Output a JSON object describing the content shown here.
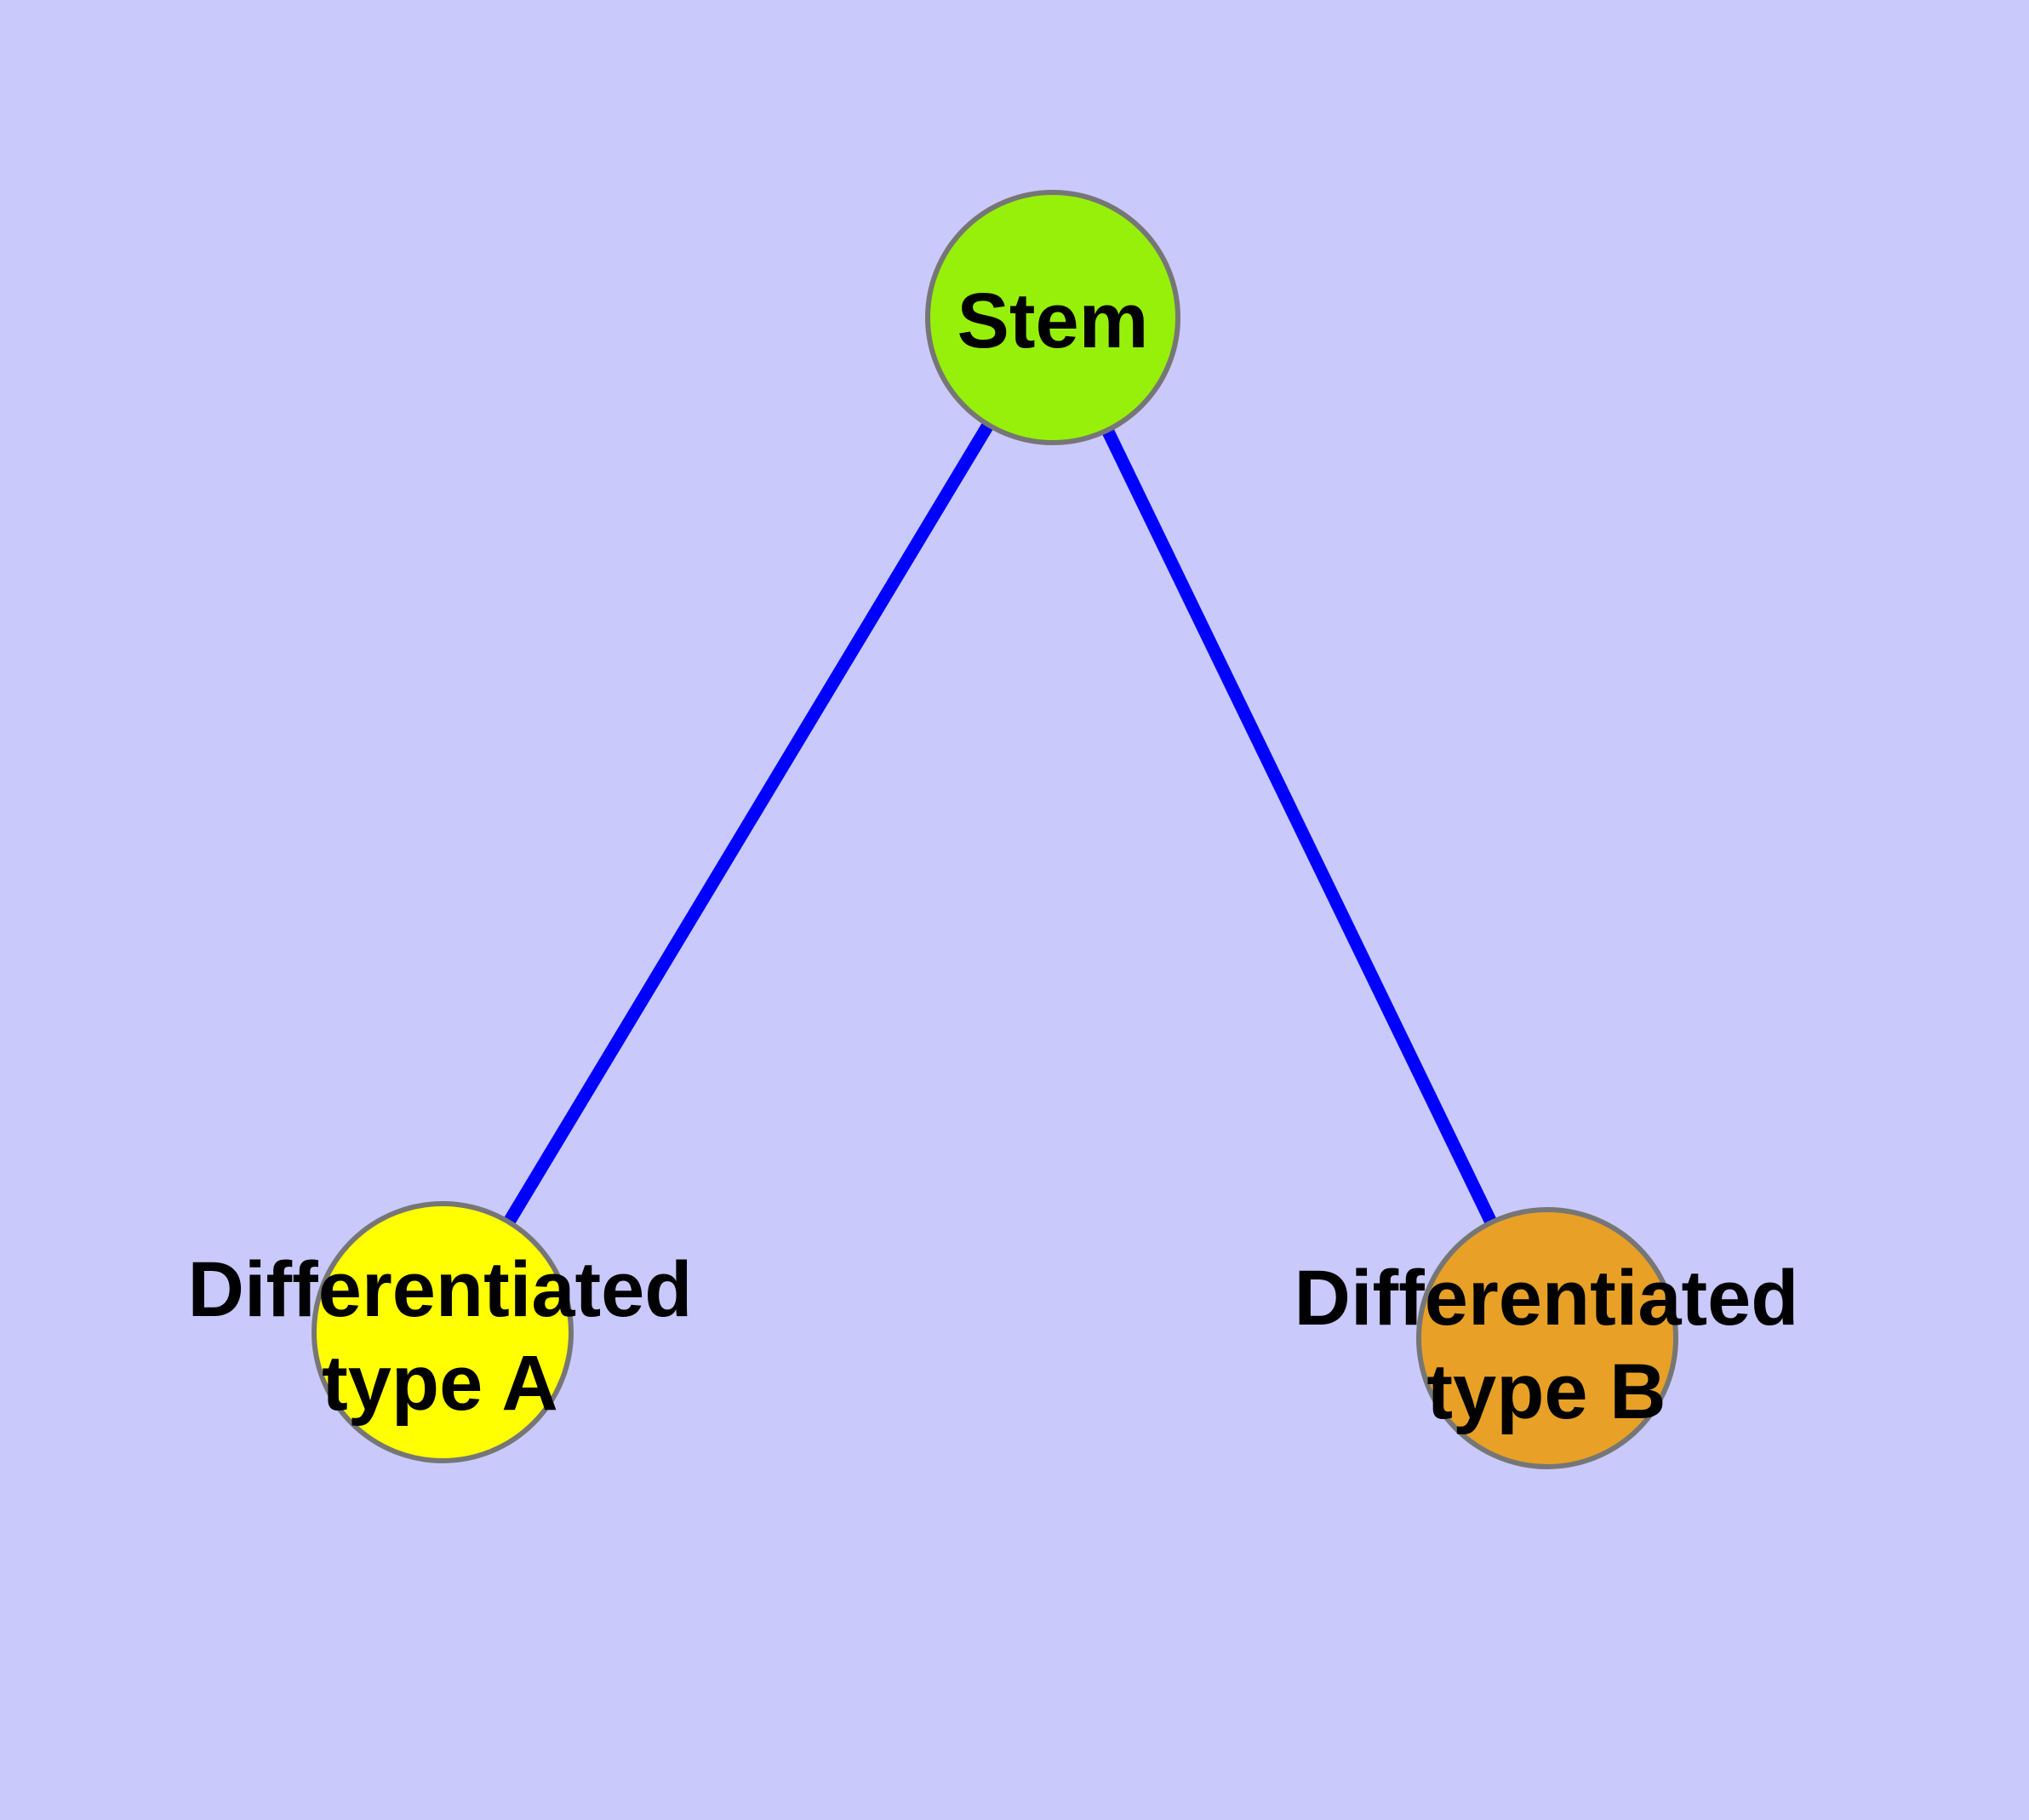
{
  "background_color": "#C9C9FB",
  "diagram": {
    "type": "node-link-graph",
    "description": "Stem cell differentiation diagram: one stem node branching to two differentiated cell type nodes",
    "edge_color": "#0000FF",
    "node_border_color": "#767676",
    "label_color": "#000000",
    "nodes": {
      "stem": {
        "label": "Stem",
        "fill": "#97F00A"
      },
      "type_a": {
        "label_line1": "Differentiated",
        "label_line2": "type A",
        "fill": "#FFFF00"
      },
      "type_b": {
        "label_line1": "Differentiated",
        "label_line2": "type B",
        "fill": "#E8A126"
      }
    },
    "edges": [
      {
        "from": "Stem",
        "to": "Differentiated type A"
      },
      {
        "from": "Stem",
        "to": "Differentiated type B"
      }
    ]
  }
}
